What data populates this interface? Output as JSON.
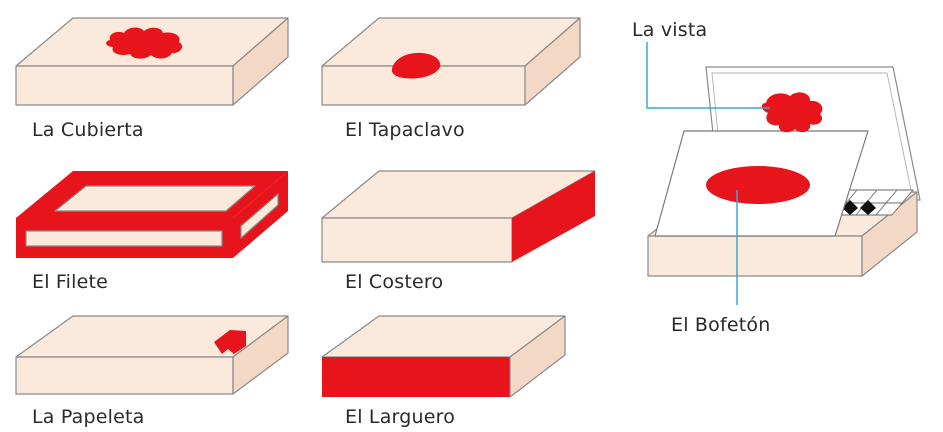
{
  "colors": {
    "box_fill": "#fbe9dc",
    "box_side": "#f3d8c5",
    "outline": "#8a8a8a",
    "highlight": "#e8141b",
    "leader": "#3aa7d8",
    "text": "#2a2a2a"
  },
  "parts": [
    {
      "id": "cubierta",
      "label": "La Cubierta"
    },
    {
      "id": "tapaclavo",
      "label": "El Tapaclavo"
    },
    {
      "id": "filete",
      "label": "El Filete"
    },
    {
      "id": "costero",
      "label": "El Costero"
    },
    {
      "id": "papeleta",
      "label": "La Papeleta"
    },
    {
      "id": "larguero",
      "label": "El Larguero"
    }
  ],
  "open_box": {
    "vista_label": "La vista",
    "bofeton_label": "El Bofetón"
  }
}
